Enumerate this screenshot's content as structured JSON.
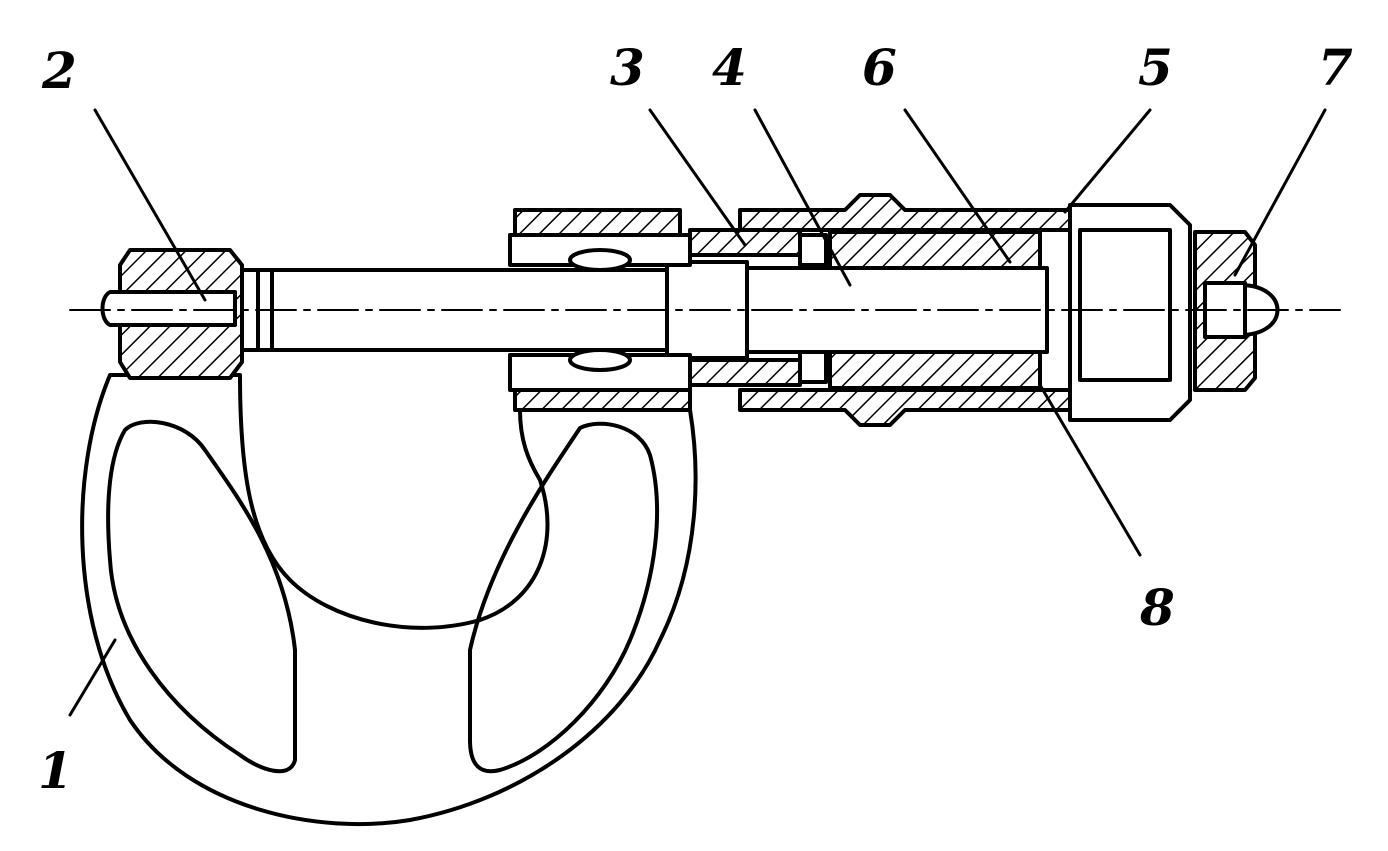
{
  "labels": {
    "frame": "1",
    "anvil": "2",
    "stem": "3",
    "screw": "4",
    "thimble": "5",
    "nut": "6",
    "ratchet": "7",
    "cap_nut": "8"
  },
  "colors": {
    "ink": "#000000",
    "paper": "#ffffff"
  }
}
